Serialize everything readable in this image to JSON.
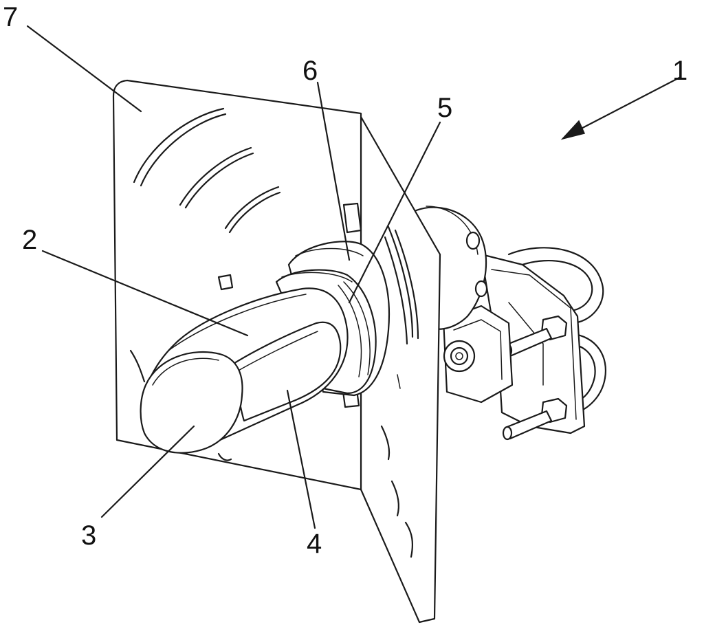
{
  "figure": {
    "reference_labels": [
      {
        "id": "label-1",
        "text": "1"
      },
      {
        "id": "label-2",
        "text": "2"
      },
      {
        "id": "label-3",
        "text": "3"
      },
      {
        "id": "label-4",
        "text": "4"
      },
      {
        "id": "label-5",
        "text": "5"
      },
      {
        "id": "label-6",
        "text": "6"
      },
      {
        "id": "label-7",
        "text": "7"
      }
    ],
    "colors": {
      "line": "#1a1a1a",
      "background": "#ffffff"
    }
  }
}
